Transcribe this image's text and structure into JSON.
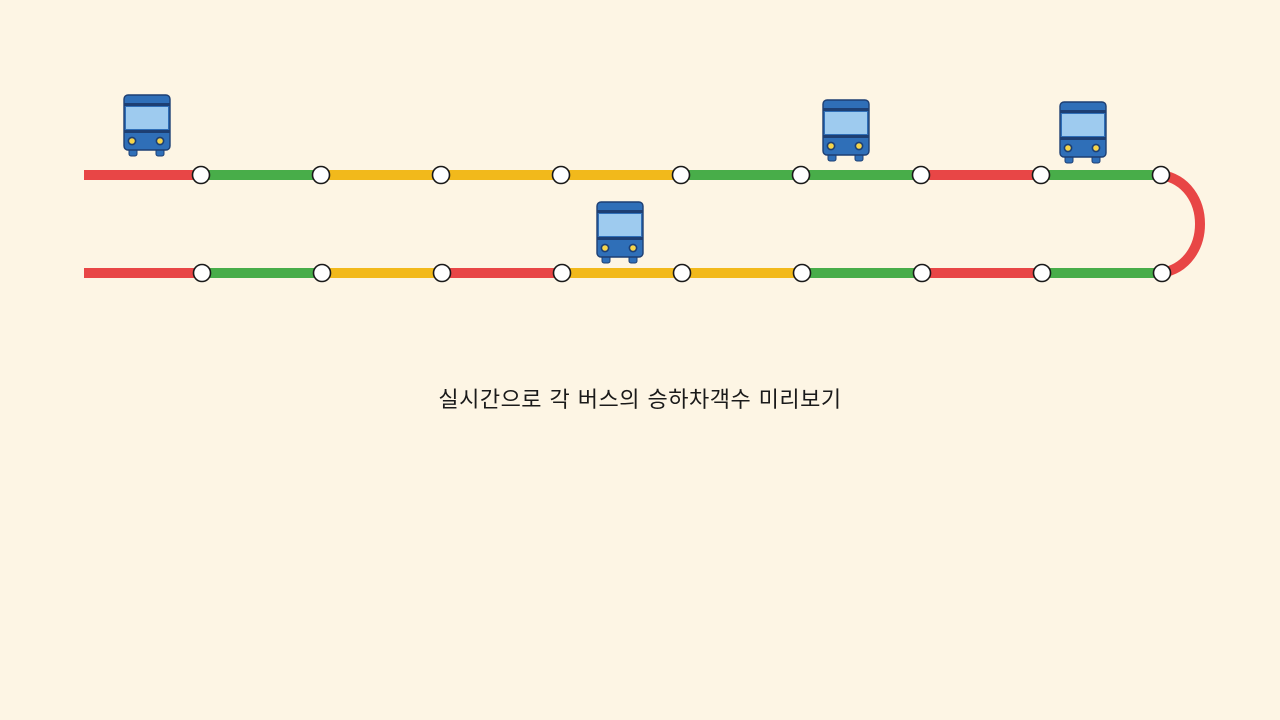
{
  "caption": "실시간으로 각 버스의 승하차객수 미리보기",
  "colors": {
    "background": "#fdf5e4",
    "congestion_high": "#e84646",
    "congestion_medium": "#f2b91b",
    "congestion_low": "#48ad49",
    "stop_fill": "#ffffff",
    "stop_stroke": "#1a1a1a",
    "bus_body": "#2f6fb8",
    "bus_window": "#9ecbef",
    "bus_dark": "#1d3f73",
    "bus_light": "#f6d54a"
  },
  "route": {
    "outbound_segments": [
      "high",
      "low",
      "medium",
      "medium",
      "medium",
      "low",
      "low",
      "high",
      "low"
    ],
    "turnaround_segment": "high",
    "inbound_segments": [
      "high",
      "low",
      "medium",
      "high",
      "medium",
      "medium",
      "low",
      "high",
      "low"
    ],
    "stops_per_direction": 9,
    "buses": [
      {
        "direction": "outbound",
        "stop_index": 0
      },
      {
        "direction": "outbound",
        "stop_index": 5
      },
      {
        "direction": "outbound",
        "stop_index": 8
      },
      {
        "direction": "inbound",
        "stop_index": 4
      }
    ]
  }
}
